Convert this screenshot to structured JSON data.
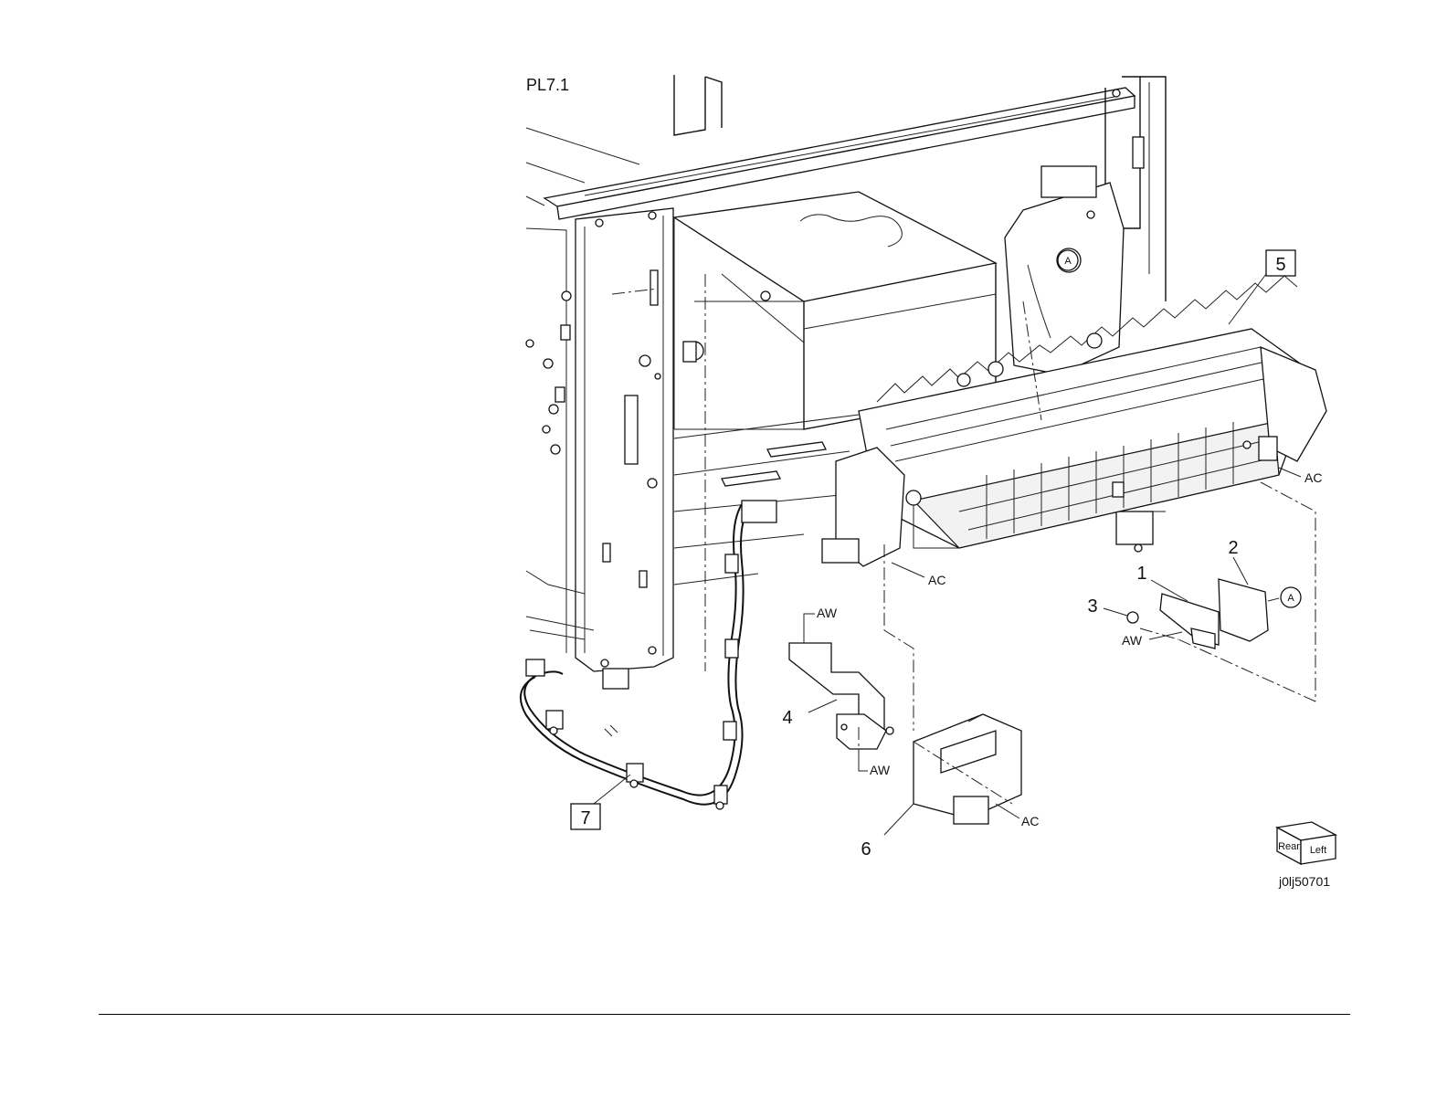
{
  "plate_id": "PL7.1",
  "figure_id": "j0lj50701",
  "callouts": {
    "c1": "1",
    "c2": "2",
    "c3": "3",
    "c4": "4",
    "c5": "5",
    "c6": "6",
    "c7": "7"
  },
  "connector_labels": {
    "ac_main": "AC",
    "ac_fuser": "AC",
    "ac_cover": "AC",
    "aw_top": "AW",
    "aw_bottom": "AW",
    "aw_screw": "AW",
    "a_frame": "A",
    "a_bracket": "A"
  },
  "orientation_cube": {
    "face_1": "Rear",
    "face_2": "Left"
  }
}
